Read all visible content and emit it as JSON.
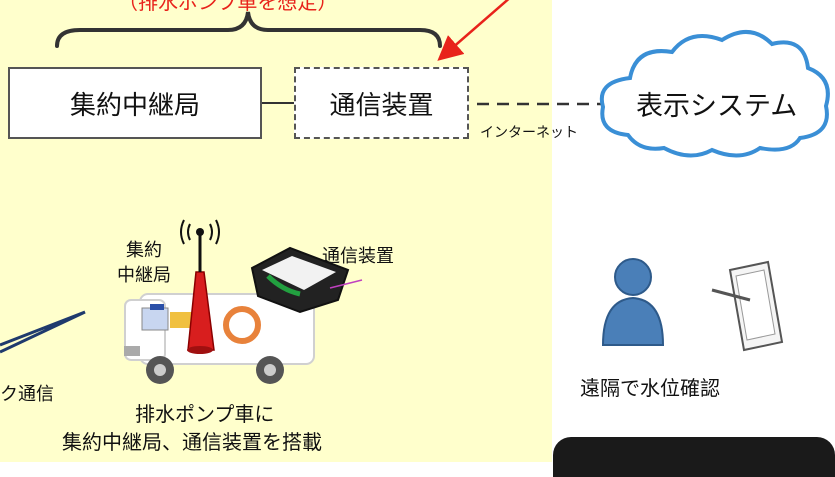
{
  "top_note": "（排水ポンプ車を想定）",
  "relay_station_box": "集約中継局",
  "comm_device_box": "通信装置",
  "display_system": "表示システム",
  "internet_label": "インターネット",
  "vehicle_relay_label_1": "集約",
  "vehicle_relay_label_2": "中継局",
  "vehicle_comm_label": "通信装置",
  "radio_partial_label": "ク通信",
  "vehicle_caption_1": "排水ポンプ車に",
  "vehicle_caption_2": "集約中継局、通信装置を搭載",
  "remote_check_label": "遠隔で水位確認",
  "colors": {
    "panel_bg": "#ffffcc",
    "accent_red": "#e8231b",
    "cloud_blue": "#3a8fd6",
    "person_blue": "#4a7fb8"
  }
}
